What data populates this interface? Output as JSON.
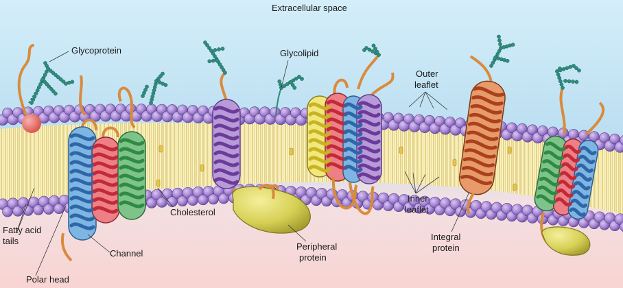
{
  "labels": {
    "extracellular": "Extracellular space",
    "glycoprotein": "Glycoprotein",
    "glycolipid": "Glycolipid",
    "outer_leaflet_1": "Outer",
    "outer_leaflet_2": "leaflet",
    "cholesterol": "Cholesterol",
    "fatty_acid_1": "Fatty acid",
    "fatty_acid_2": "tails",
    "channel": "Channel",
    "polar_head": "Polar head",
    "peripheral_1": "Peripheral",
    "peripheral_2": "protein",
    "inner_leaflet_1": "Inner",
    "inner_leaflet_2": "leaflet",
    "integral_1": "Integral",
    "integral_2": "protein"
  },
  "colors": {
    "background_top": "#bfe3f5",
    "background_bottom": "#f6d8d6",
    "lipid_head": "#a98ad6",
    "lipid_tail_band": "#faf1b4",
    "protein_red": "#e0454f",
    "protein_green": "#3f9a4e",
    "protein_blue": "#4a86c5",
    "protein_purple": "#8a5bb5",
    "protein_yellow": "#ece04d",
    "protein_orange": "#d9793b",
    "peripheral_yellow": "#d9d25a",
    "sugar_chain": "#2e8d7f",
    "loop_orange": "#d98b3c"
  }
}
